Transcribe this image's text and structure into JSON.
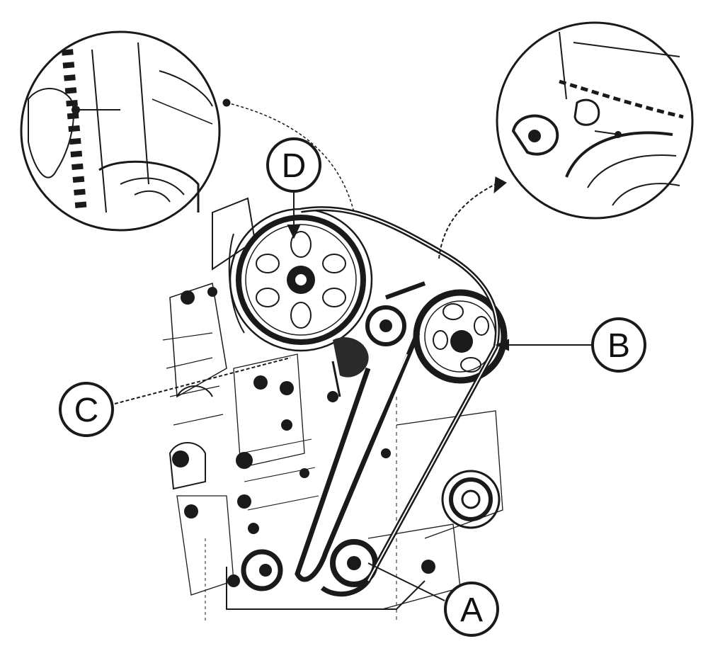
{
  "callouts": [
    {
      "id": "A",
      "text": "A"
    },
    {
      "id": "B",
      "text": "B"
    },
    {
      "id": "C",
      "text": "C"
    },
    {
      "id": "D",
      "text": "D"
    }
  ],
  "colors": {
    "ink": "#1a1a1a",
    "background": "#ffffff",
    "shade": "#cfcfcf"
  }
}
